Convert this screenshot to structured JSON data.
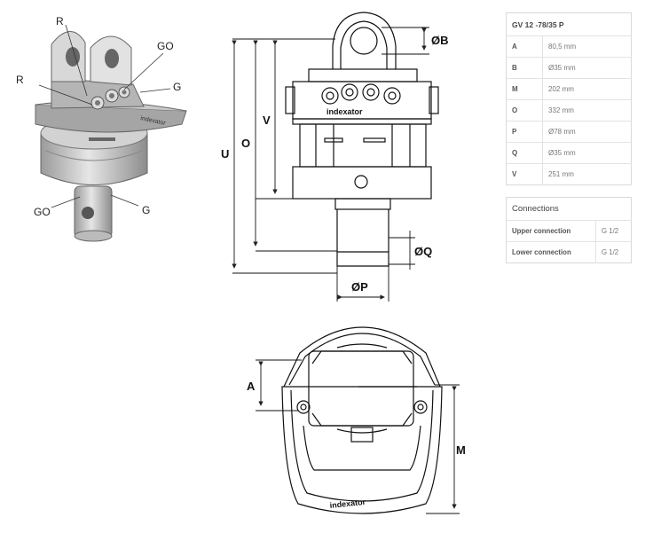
{
  "iso_labels": {
    "r_top": "R",
    "go_top": "GO",
    "r_left": "R",
    "g_right": "G",
    "go_bottom": "GO",
    "g_bottom": "G"
  },
  "dim_labels": {
    "b": "ØB",
    "v": "V",
    "o": "O",
    "u": "U",
    "q": "ØQ",
    "p": "ØP",
    "a": "A",
    "m": "M"
  },
  "brand_text": "indexator",
  "specs": {
    "title": "GV 12 -78/35 P",
    "rows": [
      {
        "key": "A",
        "value": "80,5 mm"
      },
      {
        "key": "B",
        "value": "Ø35 mm"
      },
      {
        "key": "M",
        "value": "202 mm"
      },
      {
        "key": "O",
        "value": "332 mm"
      },
      {
        "key": "P",
        "value": "Ø78 mm"
      },
      {
        "key": "Q",
        "value": "Ø35 mm"
      },
      {
        "key": "V",
        "value": "251 mm"
      }
    ]
  },
  "connections": {
    "title": "Connections",
    "rows": [
      {
        "key": "Upper connection",
        "value": "G 1/2"
      },
      {
        "key": "Lower connection",
        "value": "G 1/2"
      }
    ]
  }
}
